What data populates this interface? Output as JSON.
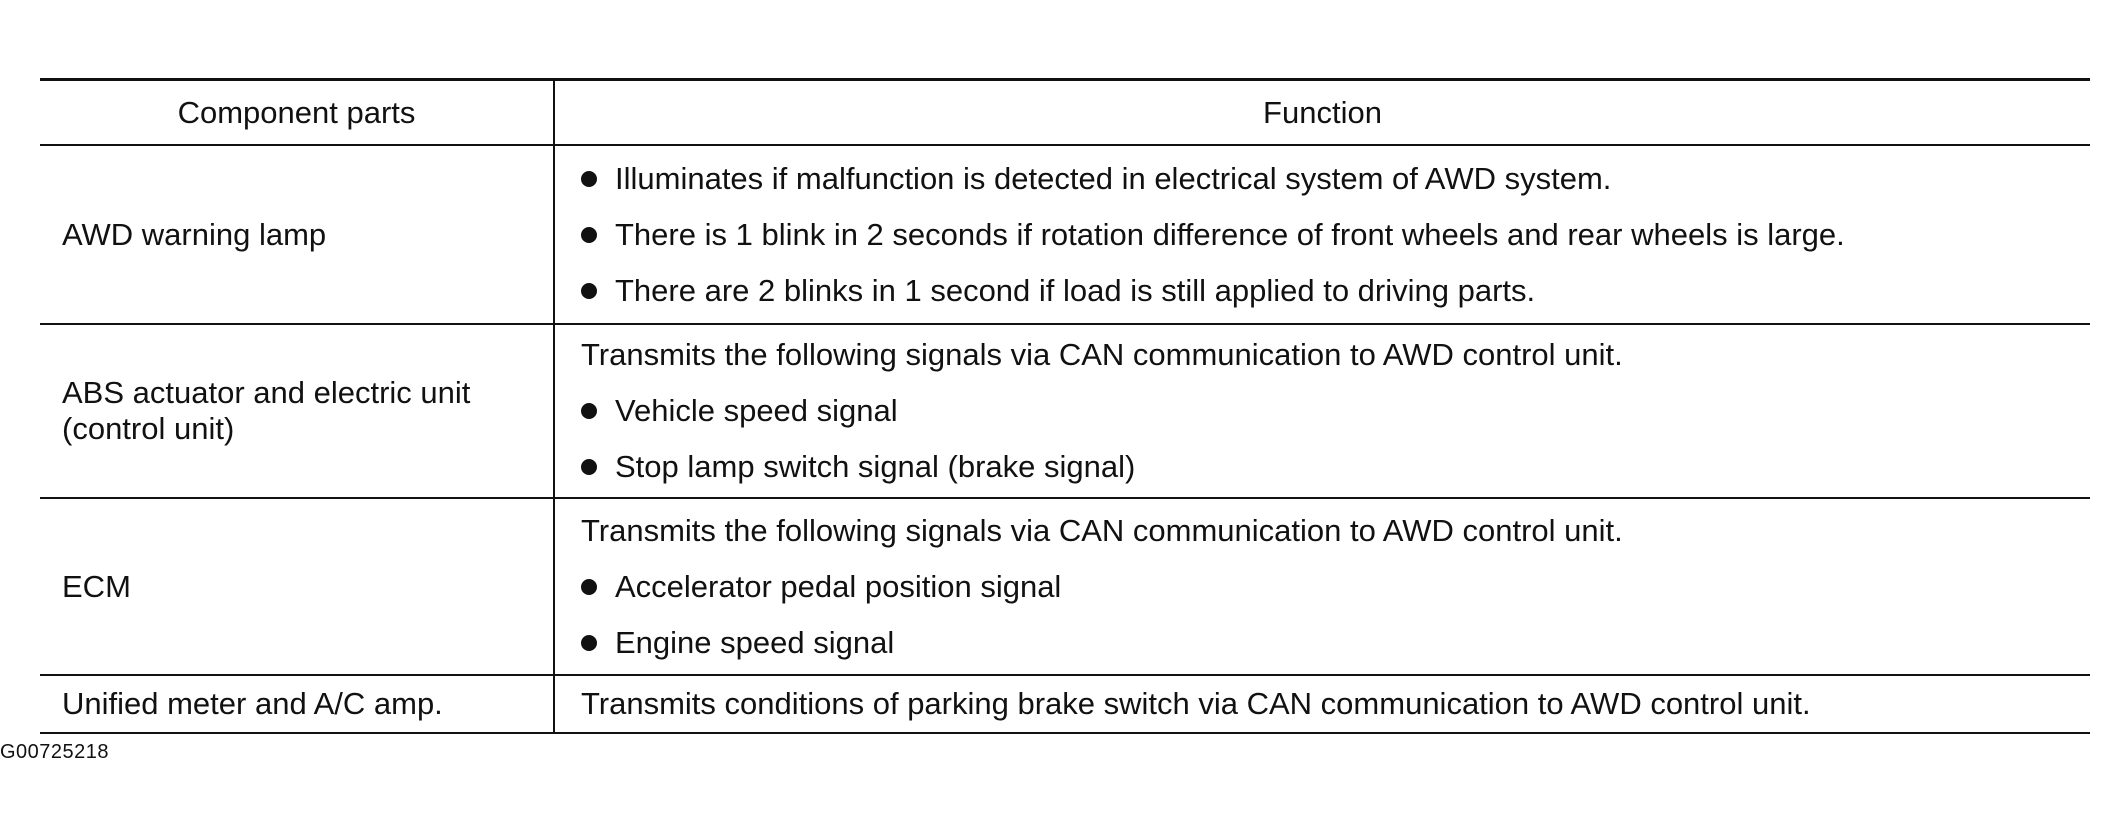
{
  "table": {
    "headers": [
      "Component parts",
      "Function"
    ],
    "rows": [
      {
        "component": "AWD warning lamp",
        "lines": [
          {
            "bullet": true,
            "text": "Illuminates if malfunction is detected in electrical system of AWD system."
          },
          {
            "bullet": true,
            "text": "There is 1 blink in 2 seconds if rotation difference of front wheels and rear wheels is large."
          },
          {
            "bullet": true,
            "text": "There are 2 blinks in 1 second if load is still applied to driving parts."
          }
        ]
      },
      {
        "component": "ABS actuator and electric unit (control unit)",
        "lines": [
          {
            "bullet": false,
            "text": "Transmits the following signals via CAN communication to AWD control unit."
          },
          {
            "bullet": true,
            "text": "Vehicle speed signal"
          },
          {
            "bullet": true,
            "text": "Stop lamp switch signal (brake signal)"
          }
        ]
      },
      {
        "component": "ECM",
        "lines": [
          {
            "bullet": false,
            "text": "Transmits the following signals via CAN communication to AWD control unit."
          },
          {
            "bullet": true,
            "text": "Accelerator pedal position signal"
          },
          {
            "bullet": true,
            "text": "Engine speed signal"
          }
        ]
      },
      {
        "component": "Unified meter and A/C amp.",
        "lines": [
          {
            "bullet": false,
            "text": "Transmits conditions of parking brake switch via CAN communication to AWD control unit."
          }
        ]
      }
    ]
  },
  "caption": "G00725218"
}
